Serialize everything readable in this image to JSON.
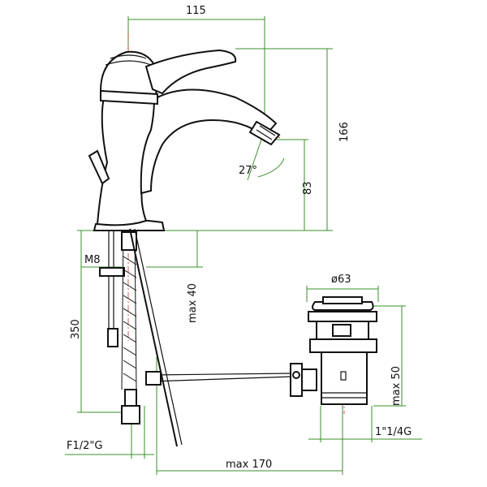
{
  "dimensions": {
    "width_top": "115",
    "height_total": "166",
    "height_spout": "83",
    "angle": "27°",
    "thread_rod": "M8",
    "max_40": "max 40",
    "length_350": "350",
    "diameter_63": "ø63",
    "max_50": "max 50",
    "hose_connection": "F1/2\"G",
    "waste_thread": "1\"1/4G",
    "max_170": "max 170"
  }
}
